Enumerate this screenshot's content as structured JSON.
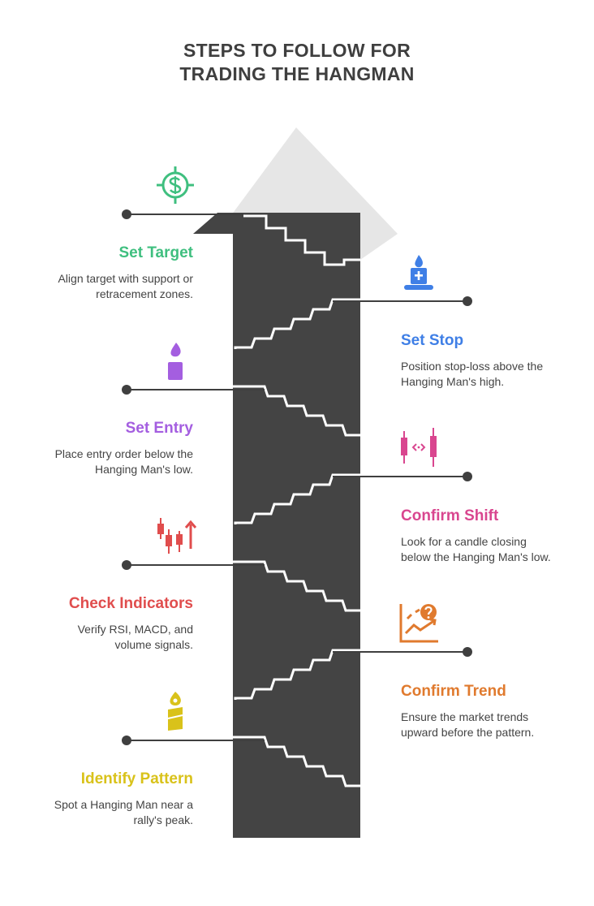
{
  "title": {
    "line1": "STEPS TO FOLLOW FOR",
    "line2": "TRADING THE HANGMAN"
  },
  "colors": {
    "background": "#ffffff",
    "title": "#3f3f3f",
    "staircase": "#444444",
    "arrow_head": "#e6e6e6",
    "connector": "#3f3f3f",
    "description": "#444444"
  },
  "steps": [
    {
      "id": "set-target",
      "side": "left",
      "icon": "dollar-target-icon",
      "color": "#3fbf7f",
      "title": "Set Target",
      "desc1": "Align target with support or",
      "desc2": "retracement zones."
    },
    {
      "id": "set-stop",
      "side": "right",
      "icon": "stop-candle-icon",
      "color": "#3f7fe6",
      "title": "Set Stop",
      "desc1": "Position stop-loss above the",
      "desc2": "Hanging Man's high."
    },
    {
      "id": "set-entry",
      "side": "left",
      "icon": "entry-candle-icon",
      "color": "#a45ee0",
      "title": "Set Entry",
      "desc1": "Place entry order below the",
      "desc2": "Hanging Man's low."
    },
    {
      "id": "confirm-shift",
      "side": "right",
      "icon": "candle-shift-icon",
      "color": "#d9468f",
      "title": "Confirm Shift",
      "desc1": "Look for a candle closing",
      "desc2": "below the Hanging Man's low."
    },
    {
      "id": "check-indicators",
      "side": "left",
      "icon": "indicator-candles-icon",
      "color": "#e04d4d",
      "title": "Check Indicators",
      "desc1": "Verify RSI, MACD, and",
      "desc2": "volume signals."
    },
    {
      "id": "confirm-trend",
      "side": "right",
      "icon": "trend-question-icon",
      "color": "#e07a2e",
      "title": "Confirm Trend",
      "desc1": "Ensure the market trends",
      "desc2": "upward before the pattern."
    },
    {
      "id": "identify-pattern",
      "side": "left",
      "icon": "pattern-candle-icon",
      "color": "#d9c21a",
      "title": "Identify Pattern",
      "desc1": "Spot a Hanging Man near a",
      "desc2": "rally's peak."
    }
  ]
}
